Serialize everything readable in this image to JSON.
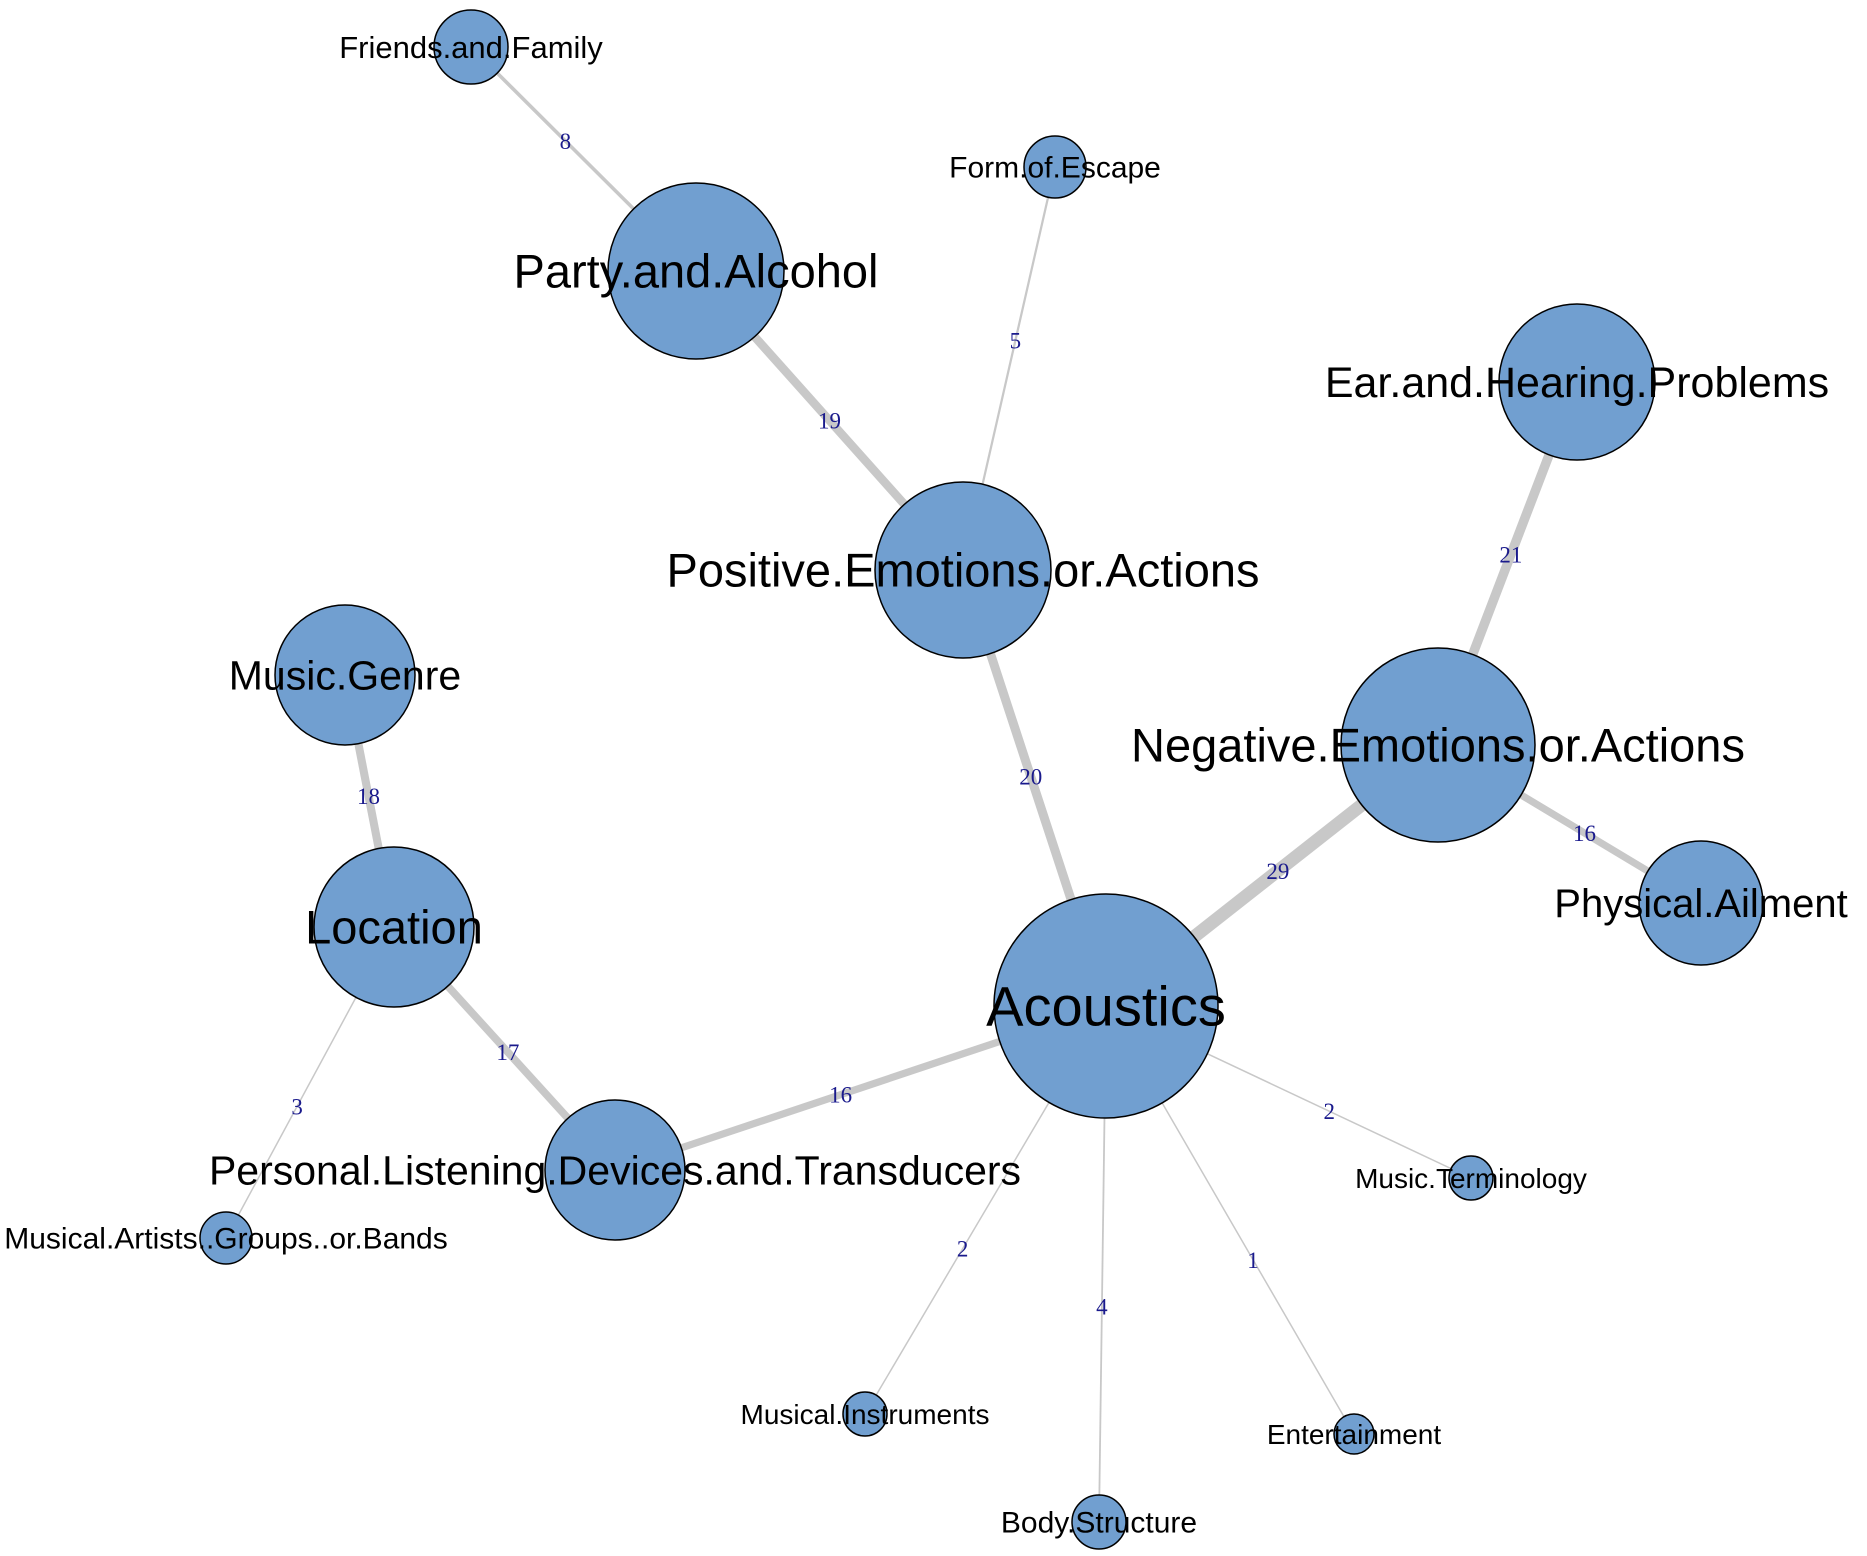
{
  "graph": {
    "colors": {
      "node_fill": "#719fd0",
      "node_stroke": "#000000",
      "edge": "#c8c8c8",
      "edge_label": "#1a1a8c"
    },
    "nodes": [
      {
        "id": "acoustics",
        "label": "Acoustics"
      },
      {
        "id": "negative",
        "label": "Negative.Emotions.or.Actions"
      },
      {
        "id": "positive",
        "label": "Positive.Emotions.or.Actions"
      },
      {
        "id": "party",
        "label": "Party.and.Alcohol"
      },
      {
        "id": "friends",
        "label": "Friends.and.Family"
      },
      {
        "id": "escape",
        "label": "Form.of.Escape"
      },
      {
        "id": "ear",
        "label": "Ear.and.Hearing.Problems"
      },
      {
        "id": "physical",
        "label": "Physical.Ailment"
      },
      {
        "id": "genre",
        "label": "Music.Genre"
      },
      {
        "id": "location",
        "label": "Location"
      },
      {
        "id": "devices",
        "label": "Personal.Listening.Devices.and.Transducers"
      },
      {
        "id": "artists",
        "label": "Musical.Artists..Groups..or.Bands"
      },
      {
        "id": "terminology",
        "label": "Music.Terminology"
      },
      {
        "id": "instruments",
        "label": "Musical.Instruments"
      },
      {
        "id": "body",
        "label": "Body.Structure"
      },
      {
        "id": "entertainment",
        "label": "Entertainment"
      }
    ],
    "edges": [
      {
        "source": "friends",
        "target": "party",
        "weight": 8,
        "label": "8"
      },
      {
        "source": "party",
        "target": "positive",
        "weight": 19,
        "label": "19"
      },
      {
        "source": "escape",
        "target": "positive",
        "weight": 5,
        "label": "5"
      },
      {
        "source": "positive",
        "target": "acoustics",
        "weight": 20,
        "label": "20"
      },
      {
        "source": "ear",
        "target": "negative",
        "weight": 21,
        "label": "21"
      },
      {
        "source": "negative",
        "target": "physical",
        "weight": 16,
        "label": "16"
      },
      {
        "source": "negative",
        "target": "acoustics",
        "weight": 29,
        "label": "29"
      },
      {
        "source": "genre",
        "target": "location",
        "weight": 18,
        "label": "18"
      },
      {
        "source": "location",
        "target": "devices",
        "weight": 17,
        "label": "17"
      },
      {
        "source": "location",
        "target": "artists",
        "weight": 3,
        "label": "3"
      },
      {
        "source": "devices",
        "target": "acoustics",
        "weight": 16,
        "label": "16"
      },
      {
        "source": "acoustics",
        "target": "terminology",
        "weight": 2,
        "label": "2"
      },
      {
        "source": "acoustics",
        "target": "instruments",
        "weight": 2,
        "label": "2"
      },
      {
        "source": "acoustics",
        "target": "body",
        "weight": 4,
        "label": "4"
      },
      {
        "source": "acoustics",
        "target": "entertainment",
        "weight": 1,
        "label": "1"
      }
    ]
  }
}
